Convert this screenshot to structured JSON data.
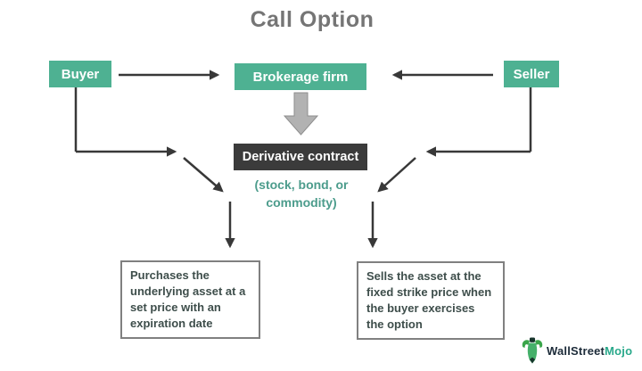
{
  "title": "Call Option",
  "nodes": {
    "buyer": {
      "label": "Buyer"
    },
    "brokerage_firm": {
      "label": "Brokerage firm"
    },
    "seller": {
      "label": "Seller"
    },
    "derivative_contract": {
      "label": "Derivative contract"
    },
    "asset_note": {
      "lines": [
        "(stock, bond, or",
        "commodity)"
      ]
    },
    "buyer_outcome": {
      "lines": [
        "Purchases the",
        "underlying asset at a",
        "set price with an",
        "expiration date"
      ]
    },
    "seller_outcome": {
      "lines": [
        "Sells the asset at the",
        "fixed strike price when",
        "the buyer exercises",
        "the option"
      ]
    }
  },
  "connections": [
    "buyer -> brokerage_firm",
    "seller -> brokerage_firm",
    "brokerage_firm -> derivative_contract",
    "buyer -> buyer_outcome",
    "seller -> seller_outcome"
  ],
  "logo": {
    "brand_primary": "WallStreet",
    "brand_secondary": "Mojo"
  },
  "colors": {
    "accent_teal": "#4eb192",
    "dark_box": "#3b3b3b",
    "arrow": "#383838",
    "block_arrow_fill": "#b2b2b2",
    "title_text": "#757575",
    "note_text": "#4c9c8c",
    "outcome_text": "#3e4e4b",
    "outcome_border": "#808080",
    "logo_text": "#1c2b39",
    "logo_accent": "#2aa98b"
  }
}
